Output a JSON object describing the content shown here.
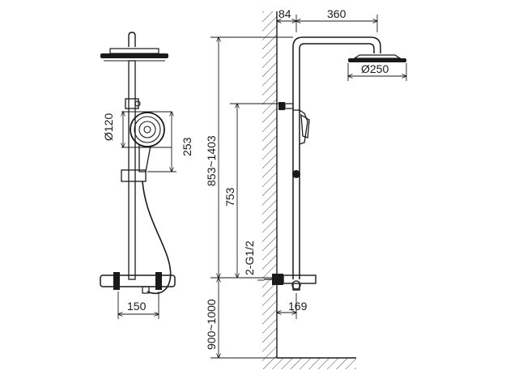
{
  "dimensions": {
    "arm_offset": "84",
    "arm_length": "360",
    "head_diameter": "Ø250",
    "hand_shower_diameter": "Ø120",
    "hand_shower_length": "253",
    "rail_height_range": "853~1403",
    "outlet_spacing": "753",
    "inlet_thread": "2-G1/2",
    "mixer_height_range": "900~1000",
    "mixer_center_distance": "150",
    "mixer_projection": "169"
  }
}
